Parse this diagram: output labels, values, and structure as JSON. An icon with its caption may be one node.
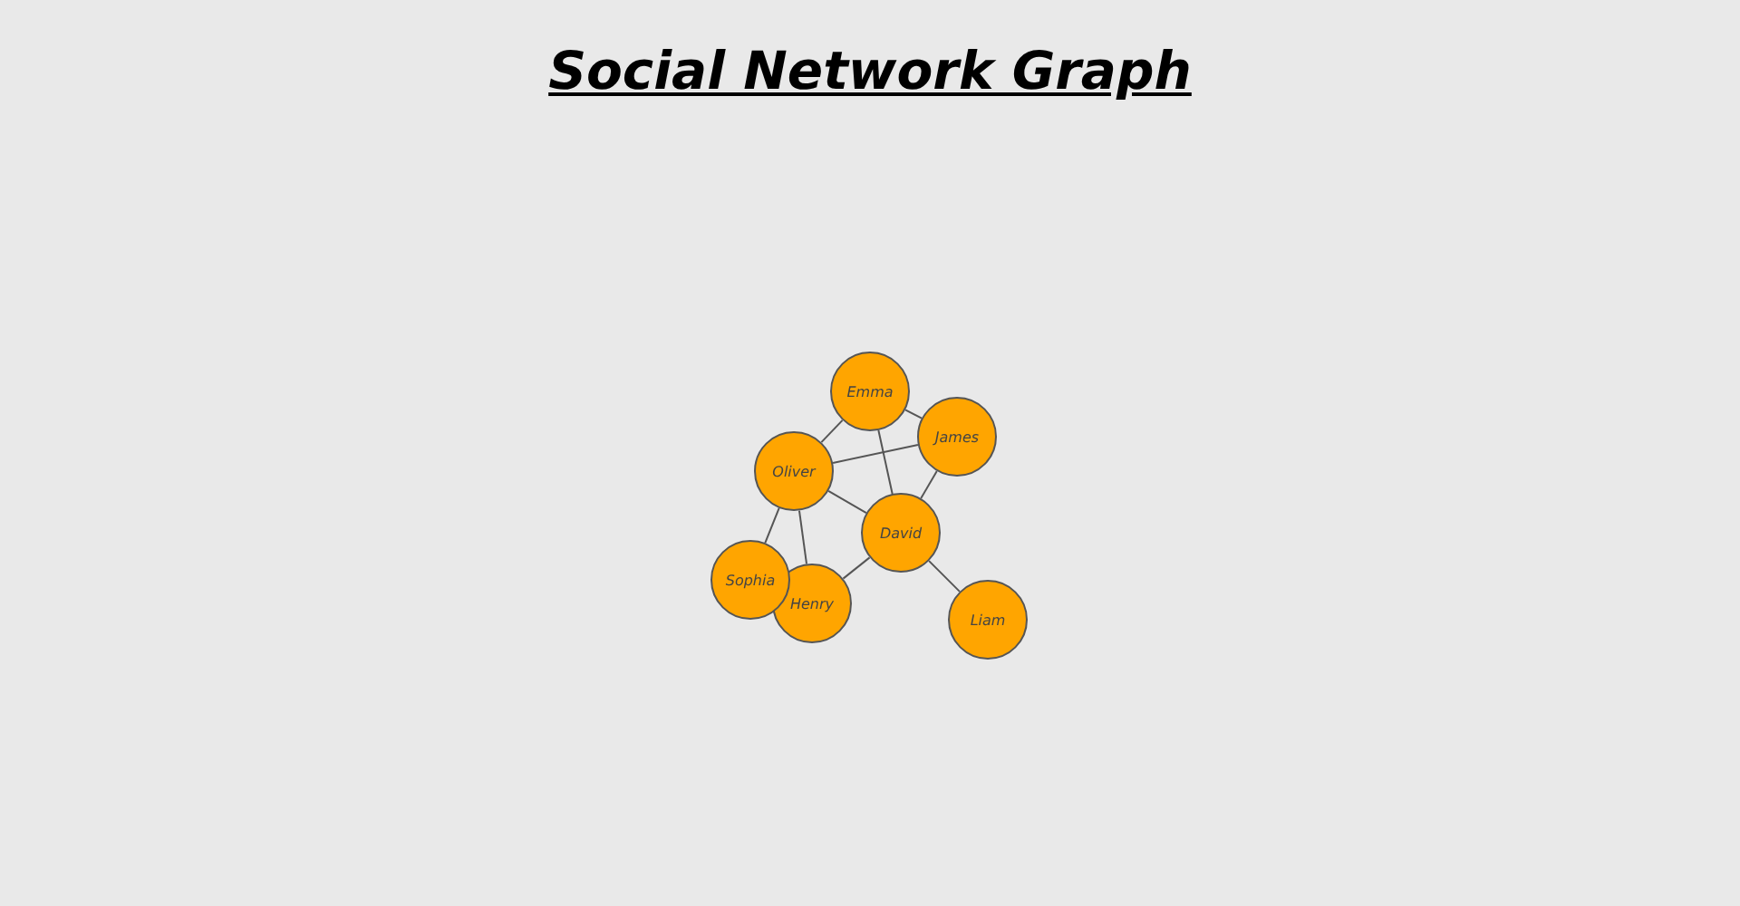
{
  "diagram": {
    "title": "Social Network Graph",
    "nodes": [
      {
        "text": [
          "Emma"
        ]
      },
      {
        "text": [
          "James"
        ]
      },
      {
        "text": [
          "Oliver"
        ]
      },
      {
        "text": [
          "David"
        ]
      },
      {
        "text": [
          "Sophia"
        ]
      },
      {
        "text": [
          "Henry"
        ]
      },
      {
        "text": [
          "Liam"
        ]
      }
    ],
    "edges": [
      {
        "from": 0,
        "to": 2,
        "arrow": "none"
      },
      {
        "from": 0,
        "to": 1,
        "arrow": "none"
      },
      {
        "from": 0,
        "to": 3,
        "arrow": "none"
      },
      {
        "from": 2,
        "to": 1,
        "arrow": "none"
      },
      {
        "from": 2,
        "to": 3,
        "arrow": "none"
      },
      {
        "from": 2,
        "to": 4,
        "arrow": "none"
      },
      {
        "from": 2,
        "to": 5,
        "arrow": "none"
      },
      {
        "from": 1,
        "to": 3,
        "arrow": "none"
      },
      {
        "from": 3,
        "to": 5,
        "arrow": "none"
      },
      {
        "from": 3,
        "to": 6,
        "arrow": "none"
      }
    ]
  }
}
